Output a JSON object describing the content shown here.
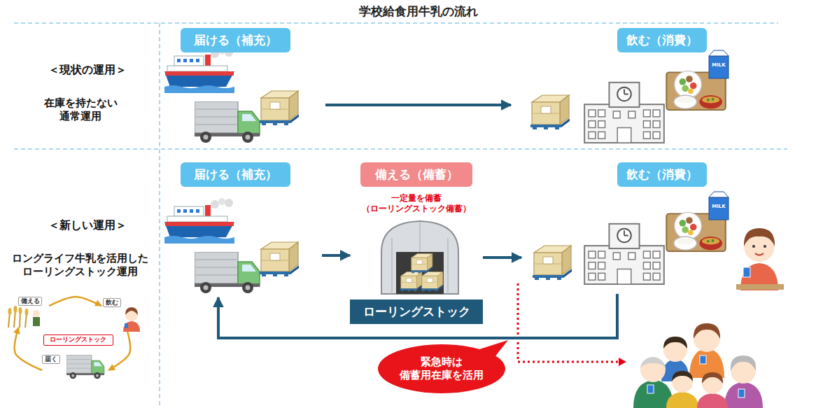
{
  "diagram": {
    "title": "学校給食用牛乳の流れ",
    "nodes": [
      {
        "text": [
          "届ける（補充）"
        ]
      },
      {
        "text": [
          "飲む（消費）"
        ]
      },
      {
        "text": [
          "届ける（補充）"
        ]
      },
      {
        "text": [
          "備える（備蓄）",
          "一定量を備蓄 （ローリングストック備蓄）"
        ]
      },
      {
        "text": [
          "ローリングストック"
        ],
        "in": 3
      },
      {
        "text": [
          "飲む（消費）"
        ]
      },
      {
        "text": [
          "緊急時は 備蓄用在庫を活用"
        ]
      },
      {
        "text": [
          "備える"
        ]
      },
      {
        "text": [
          "飲む"
        ]
      },
      {
        "text": [
          "ローリングストック"
        ]
      },
      {
        "text": [
          "届く"
        ]
      }
    ],
    "edges": [
      {
        "from": 0,
        "to": 1,
        "arrow": "to"
      },
      {
        "from": 2,
        "to": 3,
        "arrow": "to"
      },
      {
        "from": 3,
        "to": 5,
        "arrow": "to"
      },
      {
        "from": 5,
        "to": 2,
        "arrow": "to"
      },
      {
        "from": 7,
        "to": 8,
        "arrow": "to"
      },
      {
        "from": 8,
        "to": 10,
        "arrow": "to"
      },
      {
        "from": 10,
        "to": 7,
        "arrow": "to"
      }
    ],
    "labels": [
      "＜現状の運用＞",
      "在庫を持たない 通常運用",
      "＜新しい運用＞",
      "ロングライフ牛乳を活用した ローリングストック運用",
      "MILK",
      "MILK"
    ]
  }
}
